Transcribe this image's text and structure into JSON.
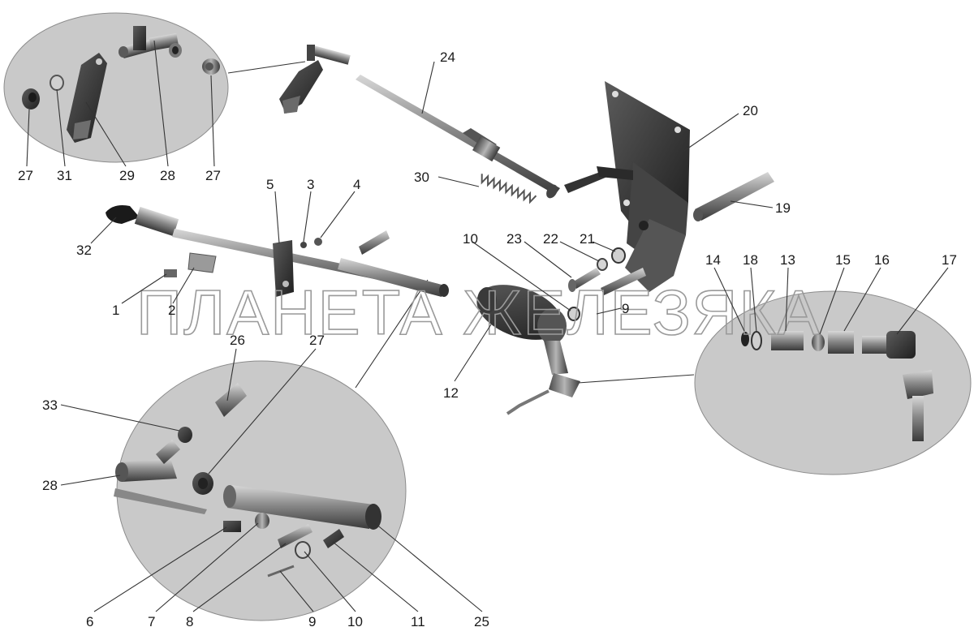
{
  "diagram": {
    "watermark": "ПЛАНЕТА ЖЕЛЕЗЯКА",
    "callouts": [
      {
        "id": "c1",
        "text": "1"
      },
      {
        "id": "c2",
        "text": "2"
      },
      {
        "id": "c3",
        "text": "3"
      },
      {
        "id": "c4",
        "text": "4"
      },
      {
        "id": "c5",
        "text": "5"
      },
      {
        "id": "c6",
        "text": "6"
      },
      {
        "id": "c7",
        "text": "7"
      },
      {
        "id": "c8",
        "text": "8"
      },
      {
        "id": "c9a",
        "text": "9"
      },
      {
        "id": "c9b",
        "text": "9"
      },
      {
        "id": "c10a",
        "text": "10"
      },
      {
        "id": "c10b",
        "text": "10"
      },
      {
        "id": "c11",
        "text": "11"
      },
      {
        "id": "c12",
        "text": "12"
      },
      {
        "id": "c13",
        "text": "13"
      },
      {
        "id": "c14",
        "text": "14"
      },
      {
        "id": "c15",
        "text": "15"
      },
      {
        "id": "c16",
        "text": "16"
      },
      {
        "id": "c17",
        "text": "17"
      },
      {
        "id": "c18",
        "text": "18"
      },
      {
        "id": "c19",
        "text": "19"
      },
      {
        "id": "c20",
        "text": "20"
      },
      {
        "id": "c21",
        "text": "21"
      },
      {
        "id": "c22",
        "text": "22"
      },
      {
        "id": "c23",
        "text": "23"
      },
      {
        "id": "c24",
        "text": "24"
      },
      {
        "id": "c25",
        "text": "25"
      },
      {
        "id": "c26",
        "text": "26"
      },
      {
        "id": "c27a",
        "text": "27"
      },
      {
        "id": "c27b",
        "text": "27"
      },
      {
        "id": "c27c",
        "text": "27"
      },
      {
        "id": "c28a",
        "text": "28"
      },
      {
        "id": "c28b",
        "text": "28"
      },
      {
        "id": "c29",
        "text": "29"
      },
      {
        "id": "c30",
        "text": "30"
      },
      {
        "id": "c31",
        "text": "31"
      },
      {
        "id": "c32",
        "text": "32"
      },
      {
        "id": "c33",
        "text": "33"
      }
    ]
  }
}
